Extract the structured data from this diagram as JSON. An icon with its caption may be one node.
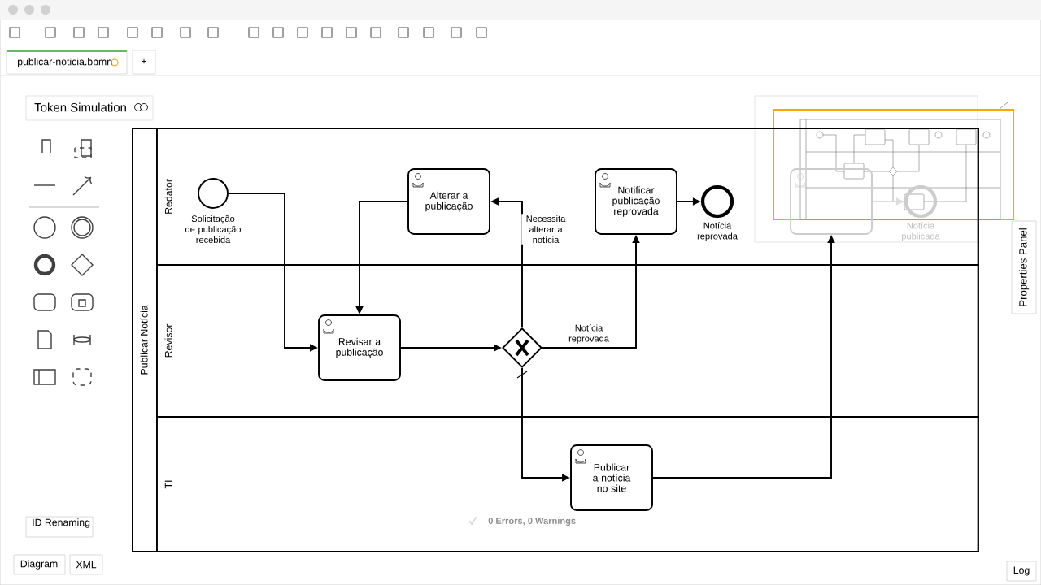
{
  "diagram": {
    "nodes": [
      {
        "text": [
          "Publicar Notícia"
        ]
      },
      {
        "text": [
          "Redator"
        ],
        "in": 0
      },
      {
        "text": [
          "Revisor"
        ],
        "in": 0
      },
      {
        "text": [
          "TI"
        ],
        "in": 0
      },
      {
        "text": [],
        "shape": "circle",
        "beside": [
          "Solicitação de publicação recebida"
        ],
        "in": 1
      },
      {
        "text": [
          "Alterar a publicação"
        ],
        "in": 1
      },
      {
        "text": [
          "Notificar publicação reprovada"
        ],
        "in": 1
      },
      {
        "text": [],
        "shape": "circle",
        "beside": [
          "Notícia reprovada"
        ],
        "in": 1
      },
      {
        "text": [],
        "shape": "box",
        "in": 1
      },
      {
        "text": [],
        "shape": "circle",
        "beside": [
          "Notícia publicada"
        ],
        "in": 1
      },
      {
        "text": [
          "Revisar a publicação"
        ],
        "in": 2
      },
      {
        "text": [],
        "shape": "diamond",
        "in": 2
      },
      {
        "text": [
          "Publicar a notícia no site"
        ],
        "in": 3
      }
    ],
    "edges": [
      {
        "from": 4,
        "to": 10,
        "arrow": "to"
      },
      {
        "from": 5,
        "to": 10,
        "arrow": "to"
      },
      {
        "from": 10,
        "to": 11,
        "arrow": "to"
      },
      {
        "from": 11,
        "to": 5,
        "arrow": "to",
        "label": "Necessita alterar a notícia"
      },
      {
        "from": 11,
        "to": 6,
        "arrow": "to",
        "label": "Notícia reprovada"
      },
      {
        "from": 6,
        "to": 7,
        "arrow": "to"
      },
      {
        "from": 11,
        "to": 12,
        "arrow": "to"
      },
      {
        "from": 12,
        "to": 8,
        "arrow": "to"
      },
      {
        "from": 8,
        "to": 9,
        "arrow": "to",
        "color": "#dddddd"
      }
    ],
    "labels": [
      "publicar-noticia.bpmn",
      "+",
      "Token Simulation",
      "Properties Panel",
      "0 Errors, 0 Warnings",
      "ID Renaming",
      "Diagram",
      "XML",
      "Log"
    ]
  }
}
